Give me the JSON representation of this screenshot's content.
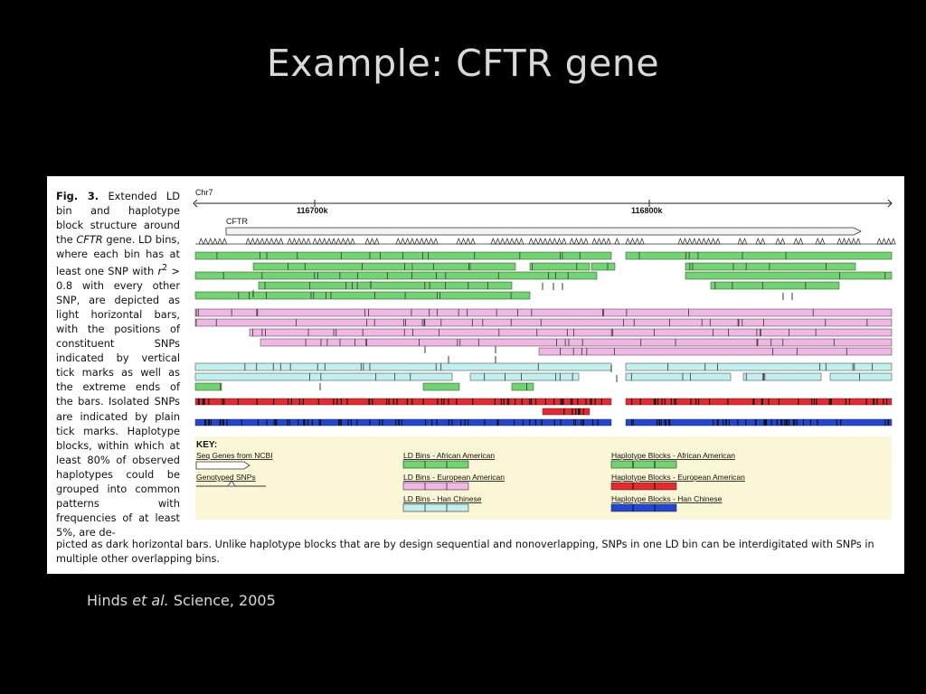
{
  "slide": {
    "title": "Example: CFTR gene",
    "citation_authors": "Hinds ",
    "citation_etal": "et al.",
    "citation_rest": " Science, 2005"
  },
  "caption": {
    "label": "Fig. 3.",
    "text_1": " Extended LD bin and haplotype block structure around the ",
    "gene": "CFTR",
    "text_2": " gene. LD bins, where each bin has at least one SNP with ",
    "r_symbol": "r",
    "r_exp": "2",
    "text_3": " > 0.8 with every other SNP, are depicted as light horizontal bars, with the positions of constituent SNPs indicated by vertical tick marks as well as the extreme ends of the bars. Isolated SNPs are indicated by plain tick marks. Haplotype blocks, within which at least 80% of observed haplotypes could be grouped into common patterns with frequencies of at least 5%, are de-",
    "text_bottom": "picted as dark horizontal bars. Unlike haplotype blocks that are by design sequential and nonoverlapping, SNPs in one LD bin can be interdigitated with SNPs in multiple other overlapping bins."
  },
  "track": {
    "chromosome": "Chr7",
    "tick_1": "116700k",
    "tick_2": "116800k",
    "gene_name": "CFTR"
  },
  "key": {
    "title": "KEY:",
    "seq_genes": "Seq Genes from NCBI",
    "genotyped_snps": "Genotyped SNPs",
    "ld_african": "LD Bins - African American",
    "ld_european": "LD Bins - European American",
    "ld_han": "LD Bins - Han Chinese",
    "hap_african": "Haplotype Blocks - African American",
    "hap_european": "Haplotype Blocks - European American",
    "hap_han": "Haplotype Blocks - Han Chinese"
  },
  "colors": {
    "green": "#6fd66f",
    "pink": "#f2b6e6",
    "cyan": "#bff0ee",
    "red": "#e8282c",
    "blue": "#2046d8",
    "key_bg": "#fbf7d6"
  }
}
